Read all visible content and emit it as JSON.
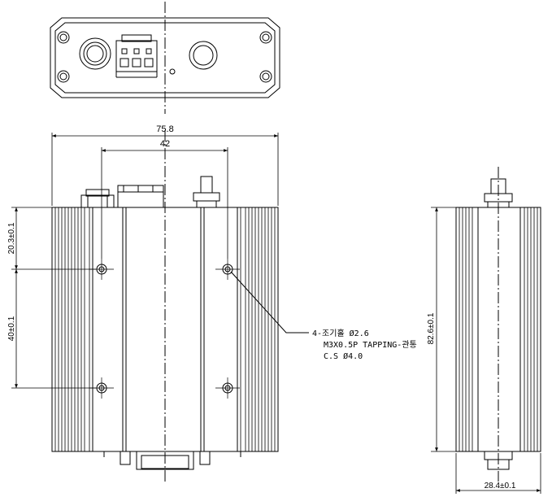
{
  "dimensions": {
    "overall_width": "75.8",
    "hole_spacing_horizontal": "42",
    "top_hole_offset": "20.3±0.1",
    "hole_spacing_vertical": "40±0.1",
    "overall_height": "82.6±0.1",
    "side_width": "28.4±0.1"
  },
  "note": {
    "line1": "4-조기홀 Ø2.6",
    "line2": "M3X0.5P TAPPING-관통",
    "line3": "C.S Ø4.0"
  }
}
